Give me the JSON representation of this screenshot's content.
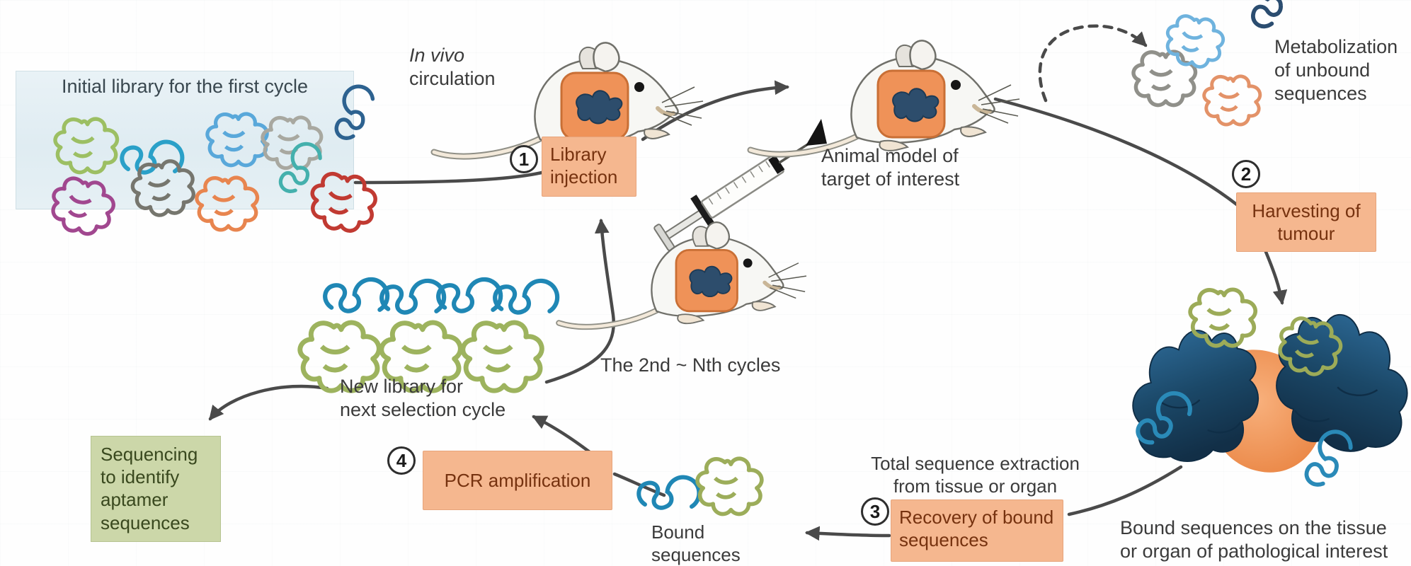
{
  "panel": {
    "title": "Initial library for the first cycle"
  },
  "steps": [
    {
      "number": "1",
      "label": "Library injection"
    },
    {
      "number": "2",
      "label": "Harvesting of tumour"
    },
    {
      "number": "3",
      "label": "Recovery of bound sequences"
    },
    {
      "number": "4",
      "label": "PCR amplification"
    }
  ],
  "labels": {
    "in_vivo_1": "In vivo",
    "in_vivo_2": "circulation",
    "animal_model_1": "Animal model of",
    "animal_model_2": "target of interest",
    "metabolization_1": "Metabolization",
    "metabolization_2": "of unbound",
    "metabolization_3": "sequences",
    "bound_tissue_1": "Bound sequences on the tissue",
    "bound_tissue_2": "or organ of pathological interest",
    "total_extraction_1": "Total sequence extraction",
    "total_extraction_2": "from tissue or organ",
    "bound_1": "Bound",
    "bound_2": "sequences",
    "new_library_1": "New library for",
    "new_library_2": "next selection cycle",
    "nth_cycles": "The 2nd ~ Nth cycles",
    "sequencing": "Sequencing to identify aptamer sequences"
  },
  "colors": {
    "step_box_fill": "#f5b78f",
    "step_box_text": "#76320f",
    "sequencing_box_fill": "#ccd7a9",
    "sequencing_box_text": "#39481e",
    "library_panel_fill": "#e4eef3",
    "arrow": "#4a4a4a",
    "mouse_patch_orange": "#ef9258",
    "tumour_orange": "#ec8a4d",
    "tumour_navy": "#1d4866",
    "aptamer_palette": [
      "#9cbf63",
      "#2aa0c8",
      "#59a8da",
      "#a8a8a0",
      "#2d6290",
      "#a1478f",
      "#76766e",
      "#e8854f",
      "#44b0ad",
      "#c13a32",
      "#1f87b5",
      "#9cad5a",
      "#2b4d70",
      "#6fb3de",
      "#90908a",
      "#e39268"
    ]
  },
  "icons": {
    "mouse": "mouse-icon",
    "syringe": "syringe-icon",
    "tumour": "tumour-target-icon",
    "aptamer": "aptamer-squiggle-icon",
    "flow_arrow": "flow-arrow",
    "dashed_arrow": "dashed-flow-arrow"
  }
}
